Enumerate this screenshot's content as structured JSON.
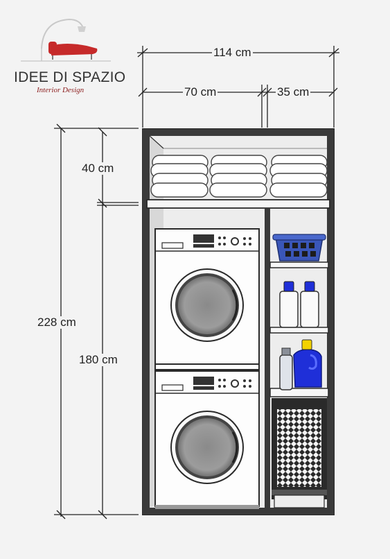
{
  "brand": {
    "name": "IDEE DI SPAZIO",
    "tagline": "Interior Design"
  },
  "dimensions": {
    "total_width": "114 cm",
    "washer_width": "70 cm",
    "shelf_width": "35 cm",
    "total_height": "228 cm",
    "top_shelf_height": "40 cm",
    "washer_stack_height": "180 cm"
  },
  "colors": {
    "cabinet": "#333333",
    "detergent": "#1f2fd8",
    "basket": "#3a56b8",
    "logo_red": "#c62a2a"
  }
}
